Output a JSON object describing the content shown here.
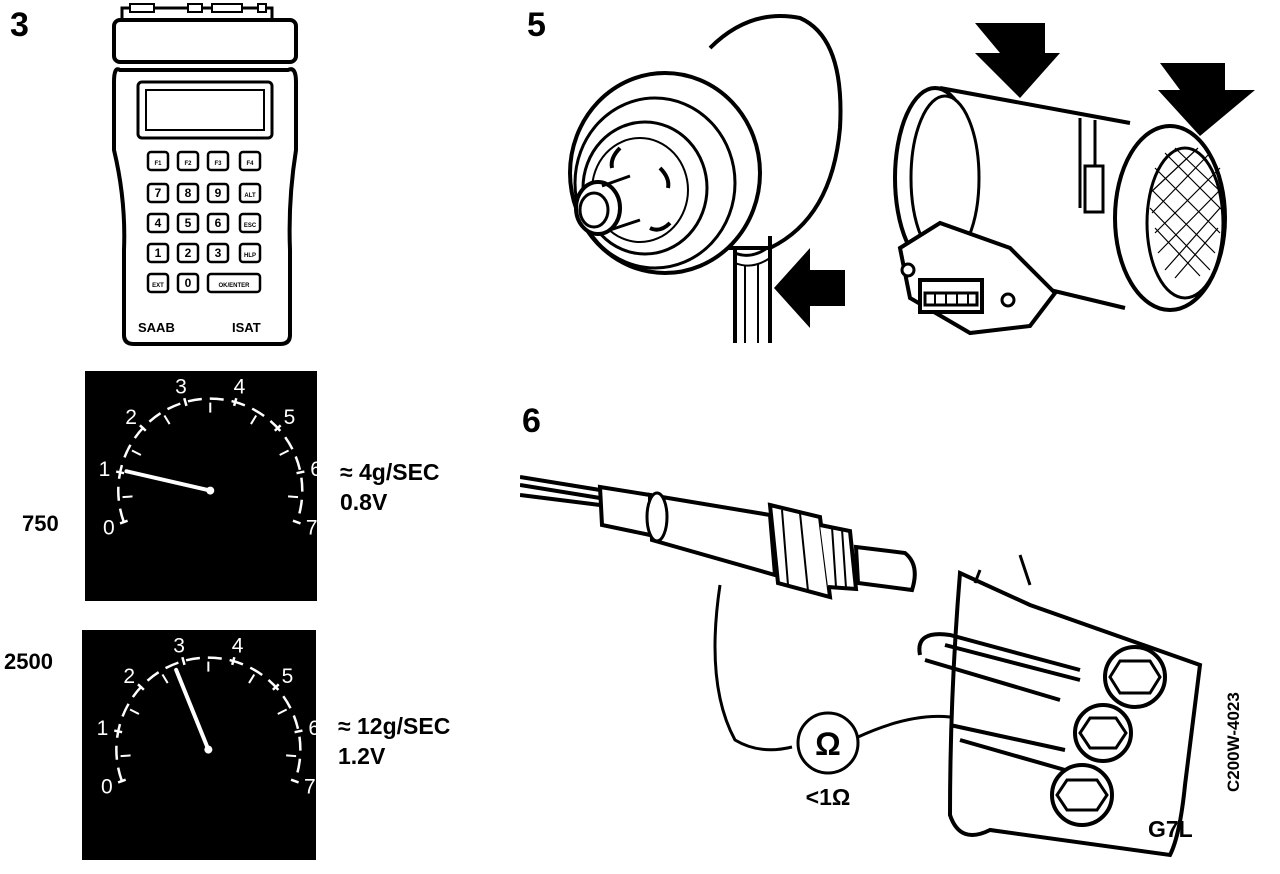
{
  "fig3": {
    "number": "3",
    "isat": {
      "brand": "SAAB",
      "model": "ISAT",
      "keys": [
        {
          "label": "F1",
          "name": "f1"
        },
        {
          "label": "F2",
          "name": "f2"
        },
        {
          "label": "F3",
          "name": "f3"
        },
        {
          "label": "F4",
          "name": "f4"
        },
        {
          "label": "7",
          "name": "7"
        },
        {
          "label": "8",
          "name": "8"
        },
        {
          "label": "9",
          "name": "9"
        },
        {
          "label": "ALT",
          "name": "alt"
        },
        {
          "label": "4",
          "name": "4"
        },
        {
          "label": "5",
          "name": "5"
        },
        {
          "label": "6",
          "name": "6"
        },
        {
          "label": "ESC",
          "name": "esc"
        },
        {
          "label": "1",
          "name": "1"
        },
        {
          "label": "2",
          "name": "2"
        },
        {
          "label": "3",
          "name": "3"
        },
        {
          "label": "HLP",
          "name": "hlp"
        },
        {
          "label": "EXT",
          "name": "ext"
        },
        {
          "label": "0",
          "name": "0"
        },
        {
          "label": "OK/ENTER",
          "name": "enter"
        }
      ]
    },
    "gauges": [
      {
        "rpm": "750",
        "flow": "≈ 4g/SEC",
        "volts": "0.8V",
        "needle_value": 1.05,
        "min": 0,
        "max": 7,
        "ticks": [
          "0",
          "1",
          "2",
          "3",
          "4",
          "5",
          "6",
          "7"
        ]
      },
      {
        "rpm": "2500",
        "flow": "≈ 12g/SEC",
        "volts": "1.2V",
        "needle_value": 2.8,
        "min": 0,
        "max": 7,
        "ticks": [
          "0",
          "1",
          "2",
          "3",
          "4",
          "5",
          "6",
          "7"
        ]
      }
    ]
  },
  "fig5": {
    "number": "5"
  },
  "fig6": {
    "number": "6",
    "meter_symbol": "Ω",
    "resistance": "<1Ω",
    "ground_point": "G7L"
  },
  "figure_code": "C200W-4023"
}
